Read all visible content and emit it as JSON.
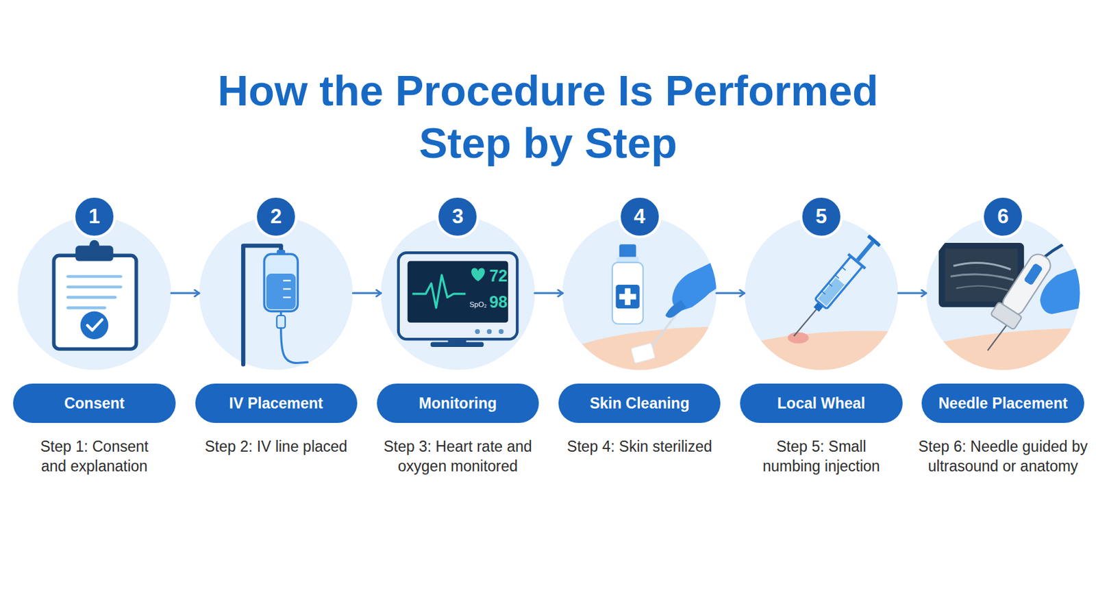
{
  "diagram": {
    "title": "How the Procedure Is Performed Step by Step",
    "nodes": [
      {
        "text": [
          "1"
        ]
      },
      {
        "text": [
          "Consent",
          "Step 1: Consent and explanation"
        ]
      },
      {
        "text": [
          "2"
        ]
      },
      {
        "text": [
          "IV Placement",
          "Step 2: IV line placed"
        ]
      },
      {
        "text": [
          "3"
        ]
      },
      {
        "text": [
          "Monitoring",
          "Step 3: Heart rate and oxygen monitored"
        ]
      },
      {
        "text": [
          "4"
        ]
      },
      {
        "text": [
          "Skin Cleaning",
          "Step 4: Skin sterilized"
        ]
      },
      {
        "text": [
          "5"
        ]
      },
      {
        "text": [
          "Local Wheal",
          "Step 5: Small numbing injection"
        ]
      },
      {
        "text": [
          "6"
        ]
      },
      {
        "text": [
          "Needle Placement",
          "Step 6: Needle guided by ultrasound or anatomy"
        ]
      }
    ],
    "edges": [
      {
        "from": 0,
        "to": 2,
        "arrow": "to"
      },
      {
        "from": 2,
        "to": 4,
        "arrow": "to"
      },
      {
        "from": 4,
        "to": 6,
        "arrow": "to"
      },
      {
        "from": 6,
        "to": 8,
        "arrow": "to"
      },
      {
        "from": 8,
        "to": 10,
        "arrow": "to"
      }
    ],
    "labels": [
      "72",
      "SpO₂",
      "98"
    ]
  }
}
